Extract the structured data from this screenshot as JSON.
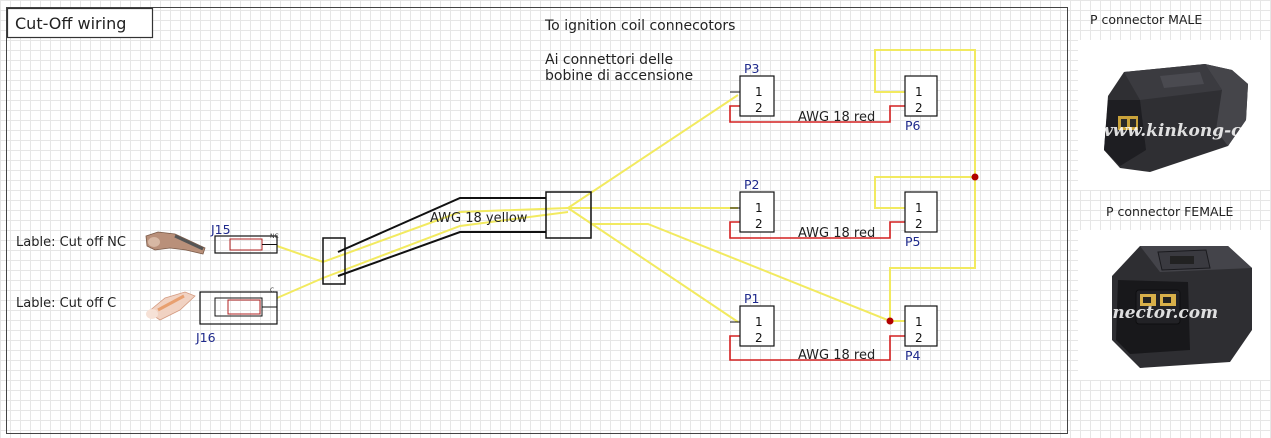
{
  "title": "Cut-Off wiring",
  "notes": {
    "english": "To ignition coil connecotors",
    "italian_line1": "Ai connettori delle",
    "italian_line2": "bobine di accensione"
  },
  "labels": {
    "nc": "Lable: Cut off NC",
    "c": "Lable: Cut off C"
  },
  "refs": {
    "j15": "J15",
    "j16": "J16",
    "p1": "P1",
    "p2": "P2",
    "p3": "P3",
    "p4": "P4",
    "p5": "P5",
    "p6": "P6"
  },
  "pin_marks": {
    "nc": "NC",
    "c": "C"
  },
  "pins": {
    "one": "1",
    "two": "2"
  },
  "wires": {
    "yellow": "AWG 18 yellow",
    "red_top": "AWG 18 red",
    "red_mid": "AWG 18 red",
    "red_bot": "AWG 18 red"
  },
  "side_panel": {
    "male_title": "P connector MALE",
    "female_title": "P connector FEMALE",
    "watermark_male": "www.kinkong-cc",
    "watermark_female": "nnector.com"
  },
  "colors": {
    "yellow_wire": "#f2ea60",
    "red_wire": "#d42020",
    "junction": "#b00000",
    "border": "#444444",
    "connector": "#111111",
    "ref_text": "#1f2a8c"
  }
}
